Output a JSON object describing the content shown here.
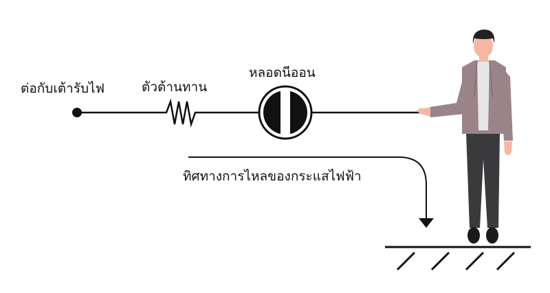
{
  "labels": {
    "socket": "ต่อกับเต้ารับไฟ",
    "resistor": "ตัวต้านทาน",
    "neon_lamp": "หลอดนีออน",
    "current_direction": "ทิศทางการไหลของกระแสไฟฟ้า"
  },
  "colors": {
    "wire": "#111111",
    "jacket": "#9b8489",
    "shirt": "#e6e6e6",
    "pants": "#3a3a3c",
    "skin": "#f6b6a4",
    "hair": "#222222",
    "shoes": "#1a1a1a",
    "ground": "#111111"
  }
}
